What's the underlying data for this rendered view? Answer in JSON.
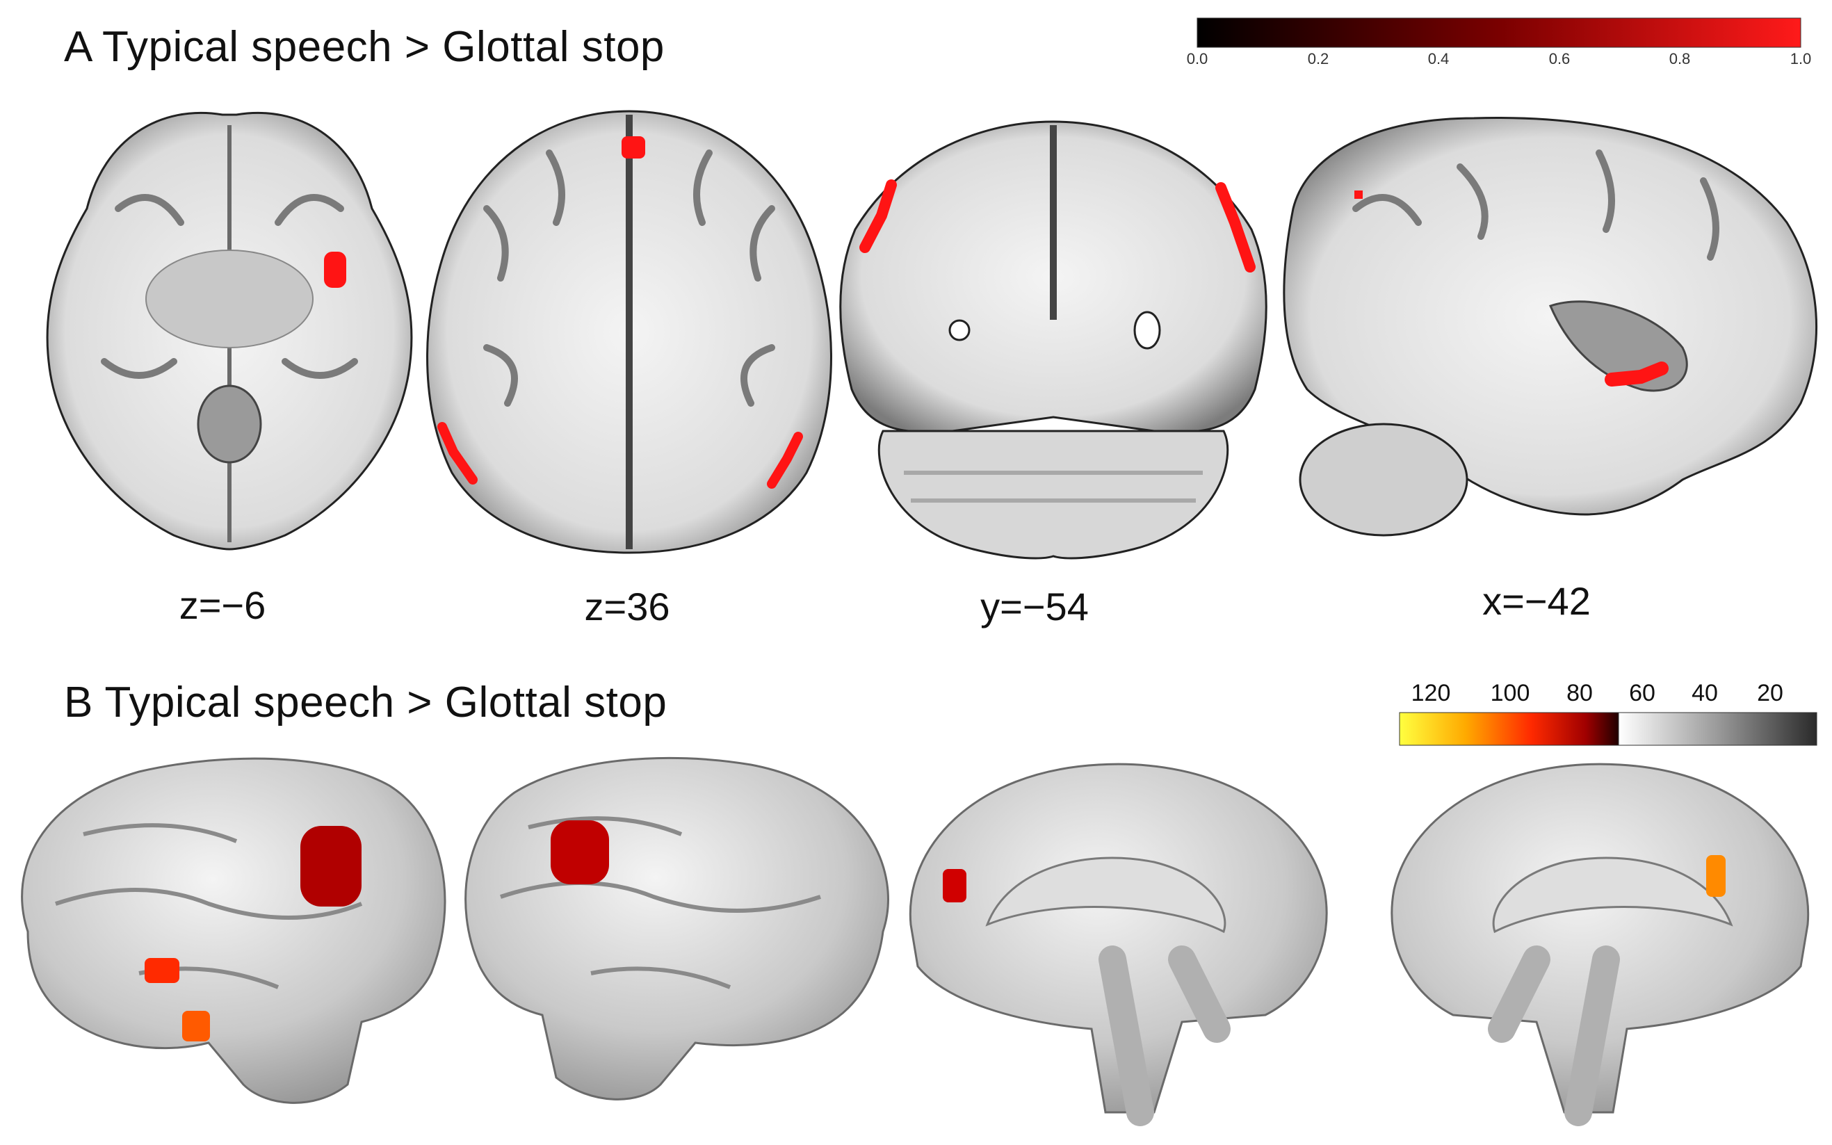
{
  "panel_a": {
    "title": "A Typical speech > Glottal stop",
    "slices": [
      {
        "label": "z=−6"
      },
      {
        "label": "z=36"
      },
      {
        "label": "y=−54"
      },
      {
        "label": "x=−42"
      }
    ],
    "colorbar": {
      "ticks": [
        "0.0",
        "0.2",
        "0.4",
        "0.6",
        "0.8",
        "1.0"
      ],
      "color_low": "#000000",
      "color_high": "#ff1a1a"
    }
  },
  "panel_b": {
    "title": "B Typical speech > Glottal stop",
    "colorbar": {
      "hot_ticks": [
        "120",
        "100",
        "80"
      ],
      "gray_ticks": [
        "60",
        "40",
        "20"
      ]
    }
  },
  "colors": {
    "activation": "#ff1414",
    "activation_dark": "#b00000",
    "activation_bright": "#ffb000",
    "brain_gray": "#8e8e8e",
    "white_matter": "#f2f2f2"
  }
}
